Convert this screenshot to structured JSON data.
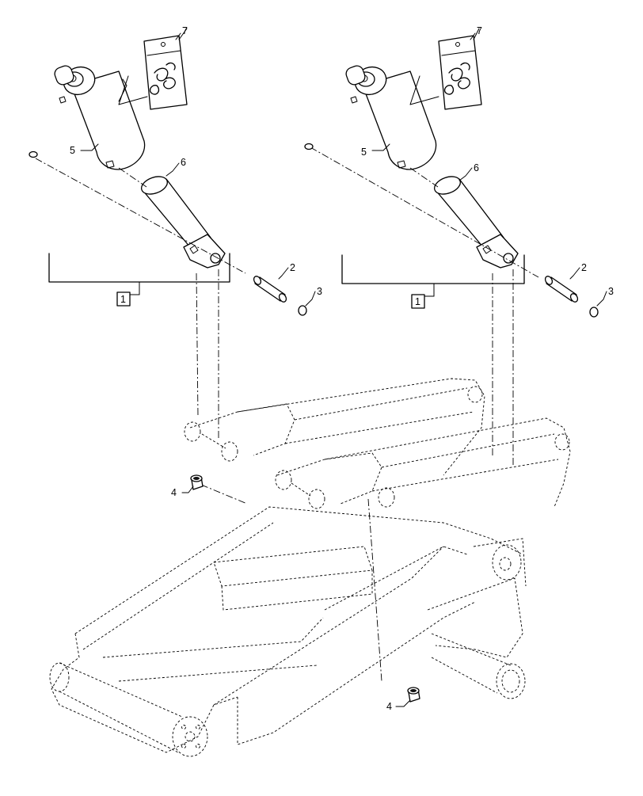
{
  "callouts": {
    "assembly": "1",
    "pin": "2",
    "snap_ring": "3",
    "bushing": "4",
    "cylinder_barrel": "5",
    "cylinder_rod": "6",
    "seal_kit": "7"
  },
  "colors": {
    "line": "#000000",
    "background": "#ffffff"
  }
}
